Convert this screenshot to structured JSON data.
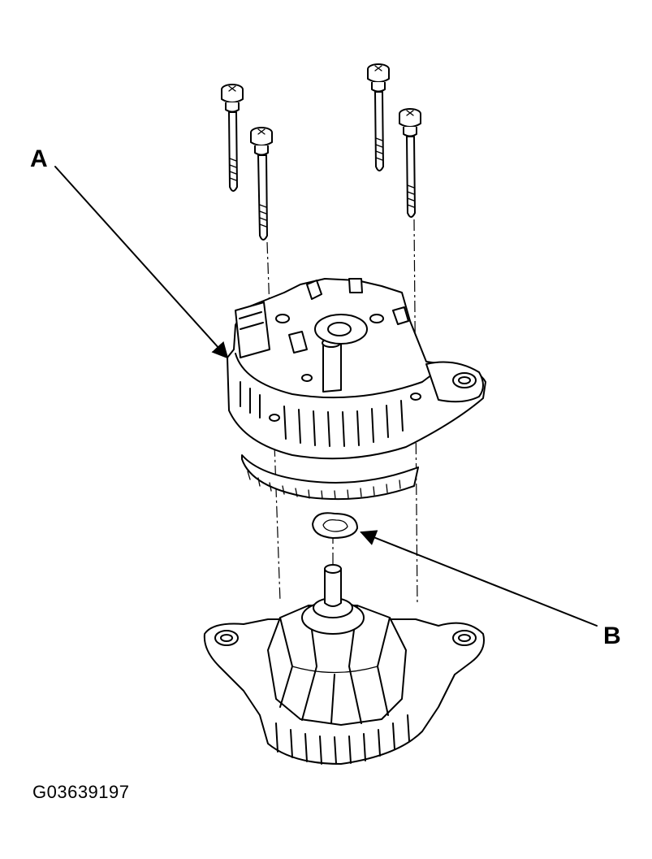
{
  "callouts": {
    "a": "A",
    "b": "B"
  },
  "figure_id": "G03639197"
}
